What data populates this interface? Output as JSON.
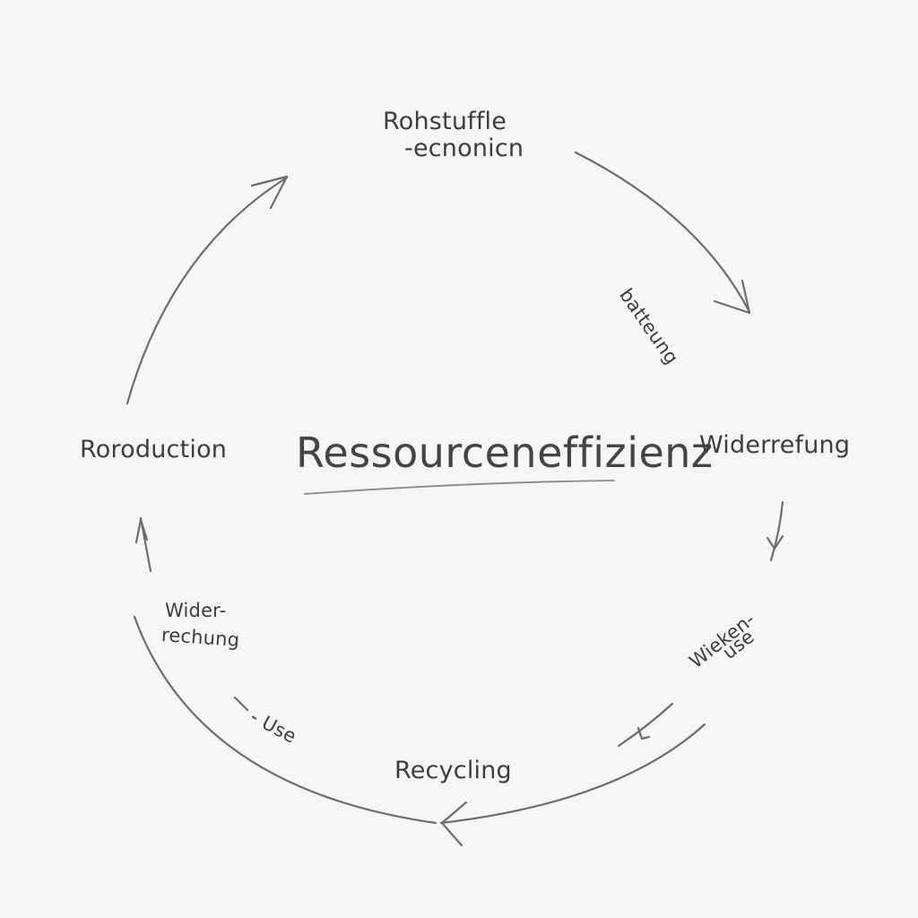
{
  "title": "Ressourceneffizienz",
  "nodes": {
    "top": {
      "line1": "Rohstuffle",
      "line2": "-ecnonicn"
    },
    "top_right_edge": "batteung",
    "right": "Widerrefung",
    "right_lower_edge": {
      "line1": "Wieken-",
      "line2": "use"
    },
    "bottom": "Recycling",
    "bottom_left_edge": "- Use",
    "left_lower_edge": {
      "line1": "Wider-",
      "line2": "rechung"
    },
    "left": "Roroduction"
  },
  "colors": {
    "ink": "#3d3d3d",
    "stroke": "#6d6d6d",
    "background": "#f6f6f4"
  }
}
